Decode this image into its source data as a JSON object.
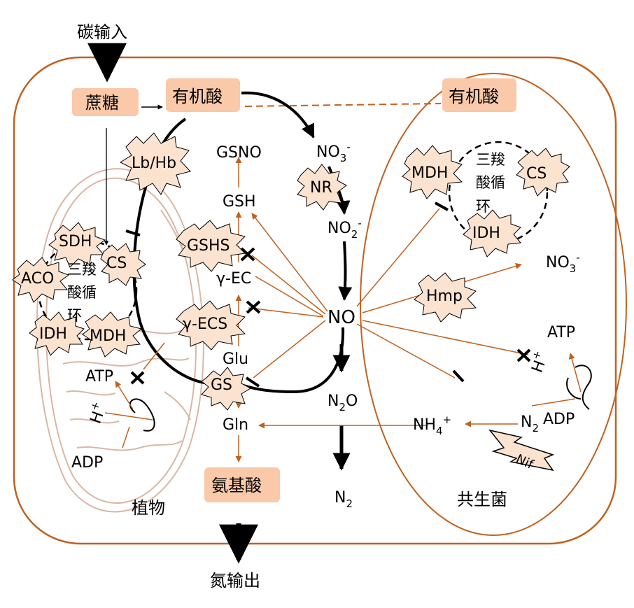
{
  "colors": {
    "cell_border": "#c0611f",
    "orange_arrow": "#c0611f",
    "box_fill": "#f9c9a9",
    "burst_fill": "#fbe3d0",
    "mito_stroke": "#d9b7a5",
    "black": "#000000"
  },
  "labels": {
    "carbon_input": "碳输入",
    "nitrogen_output": "氮输出",
    "sucrose": "蔗糖",
    "organic_acid_plant": "有机酸",
    "organic_acid_bact": "有机酸",
    "amino_acid": "氨基酸",
    "plant": "植物",
    "symbiont": "共生菌",
    "tca_plant_1": "三羧",
    "tca_plant_2": "酸循",
    "tca_plant_3": "环",
    "tca_bact_1": "三羧",
    "tca_bact_2": "酸循",
    "tca_bact_3": "环",
    "lb_hb": "Lb/Hb",
    "gsno": "GSNO",
    "gsh": "GSH",
    "gshs": "GSHS",
    "gamma_ec": "γ-EC",
    "gamma_ecs": "γ-ECS",
    "glu": "Glu",
    "gs": "GS",
    "gln": "Gln",
    "no3_plant": "NO",
    "no3_plant_sub": "3",
    "no3_plant_sup": "-",
    "nr": "NR",
    "no2": "NO",
    "no2_sub": "2",
    "no2_sup": "-",
    "no": "NO",
    "n2o": "N",
    "n2o_sub": "2",
    "n2o_tail": "O",
    "n2": "N",
    "n2_sub": "2",
    "sdh": "SDH",
    "cs_plant": "CS",
    "aco": "ACO",
    "idh_plant": "IDH",
    "mdh_plant": "MDH",
    "atp_plant": "ATP",
    "adp_plant": "ADP",
    "h_plus_plant": "H",
    "h_plus_plant_sup": "+",
    "mdh_bact": "MDH",
    "cs_bact": "CS",
    "idh_bact": "IDH",
    "hmp": "Hmp",
    "no3_bact": "NO",
    "no3_bact_sub": "3",
    "no3_bact_sup": "-",
    "atp_bact": "ATP",
    "adp_bact": "ADP",
    "h_plus_bact": "H",
    "h_plus_bact_sup": "+",
    "nh4": "NH",
    "nh4_sub": "4",
    "nh4_sup": "+",
    "n2_bact": "N",
    "n2_bact_sub": "2",
    "nif": "Nif"
  }
}
